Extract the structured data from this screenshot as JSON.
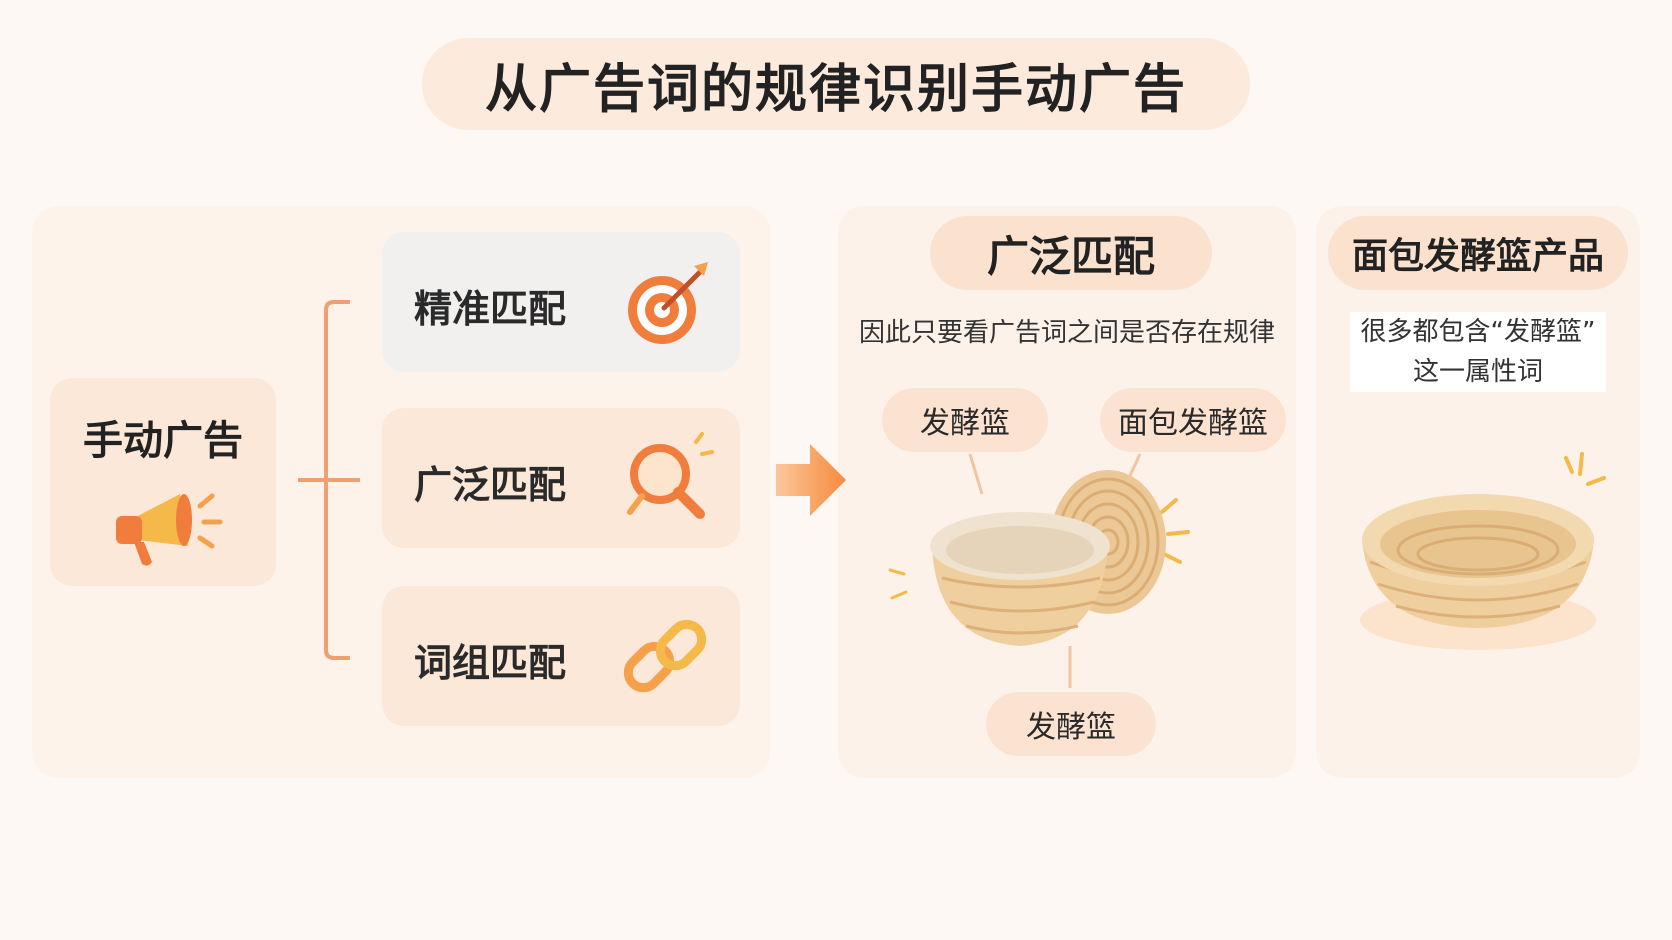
{
  "title": "从广告词的规律识别手动广告",
  "manual": {
    "label": "手动广告",
    "icon": "megaphone-icon"
  },
  "match_types": [
    {
      "label": "精准匹配",
      "icon": "target-icon"
    },
    {
      "label": "广泛匹配",
      "icon": "magnifier-icon"
    },
    {
      "label": "词组匹配",
      "icon": "chain-link-icon"
    }
  ],
  "broad_section": {
    "heading": "广泛匹配",
    "description": "因此只要看广告词之间是否存在规律",
    "tags": [
      "发酵篮",
      "面包发酵篮",
      "发酵篮"
    ]
  },
  "product_section": {
    "heading": "面包发酵篮产品",
    "description_line1": "很多都包含“发酵篮”",
    "description_line2": "这一属性词"
  },
  "colors": {
    "accent_orange": "#f07d3c",
    "pill_peach": "#fbe2cf",
    "panel_bg": "#fdf2ea",
    "card_gray": "#f2f0ef"
  }
}
